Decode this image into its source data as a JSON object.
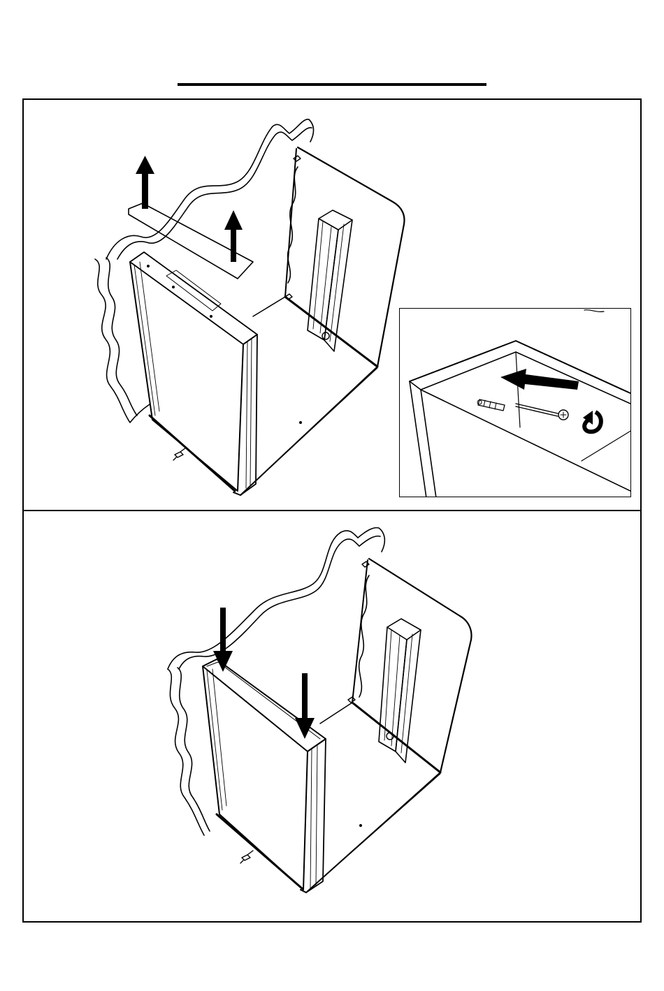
{
  "document": {
    "kind": "assembly-instructions",
    "steps": [
      {
        "step": "remove-top-rail",
        "arrows": [
          "up-arrow",
          "up-arrow"
        ],
        "detail": "insert-dowel-and-screw"
      },
      {
        "step": "press-side-panel-down",
        "arrows": [
          "down-arrow",
          "down-arrow"
        ]
      }
    ]
  },
  "icons": [
    "up-arrow-icon",
    "down-arrow-icon",
    "left-arrow-icon",
    "rotate-arrow-icon",
    "dowel-icon",
    "screw-icon"
  ],
  "colors": {
    "ink": "#000000",
    "paper": "#ffffff"
  }
}
